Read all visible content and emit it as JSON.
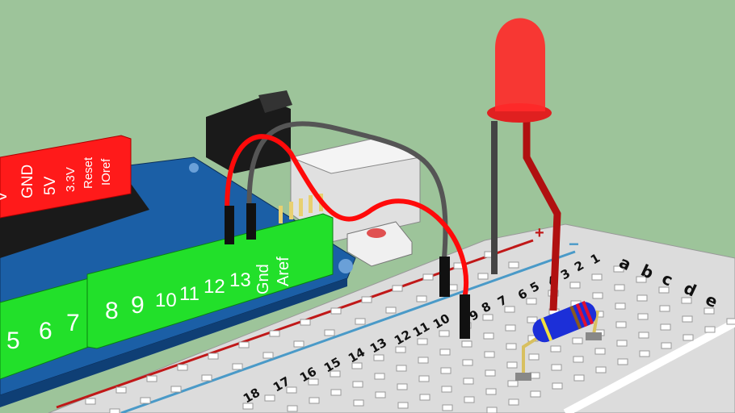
{
  "colors": {
    "background": "#9dc49a",
    "arduino_board": "#1b5fa6",
    "power_header": "#ff1a1a",
    "digital_header": "#22e02a",
    "breadboard": "#dcdcdc",
    "positive_rail": "#c01818",
    "negative_rail": "#4a9ac8",
    "led": "#ff2020",
    "wire_red": "#ff0a0a",
    "wire_gray": "#555555",
    "resistor_body": "#1c2fd8"
  },
  "arduino": {
    "power_pins": [
      "V",
      "GND",
      "5V",
      "3.3V",
      "Reset",
      "IOref"
    ],
    "digital_pins": [
      "5",
      "6",
      "7",
      "8",
      "9",
      "10",
      "11",
      "12",
      "13",
      "Gnd",
      "Aref"
    ]
  },
  "breadboard": {
    "row_numbers": [
      "1",
      "2",
      "3",
      "4",
      "5",
      "6",
      "7",
      "8",
      "9",
      "10",
      "11",
      "12",
      "13",
      "14",
      "15",
      "16",
      "17",
      "18"
    ],
    "column_letters": [
      "a",
      "b",
      "c",
      "d",
      "e"
    ],
    "positive_symbol": "+",
    "negative_symbol": "−"
  },
  "components": {
    "led_icon": "red-led",
    "resistor_icon": "resistor",
    "button_icon": "push-button",
    "usb_icon": "usb-connector",
    "power_jack_icon": "dc-jack"
  }
}
